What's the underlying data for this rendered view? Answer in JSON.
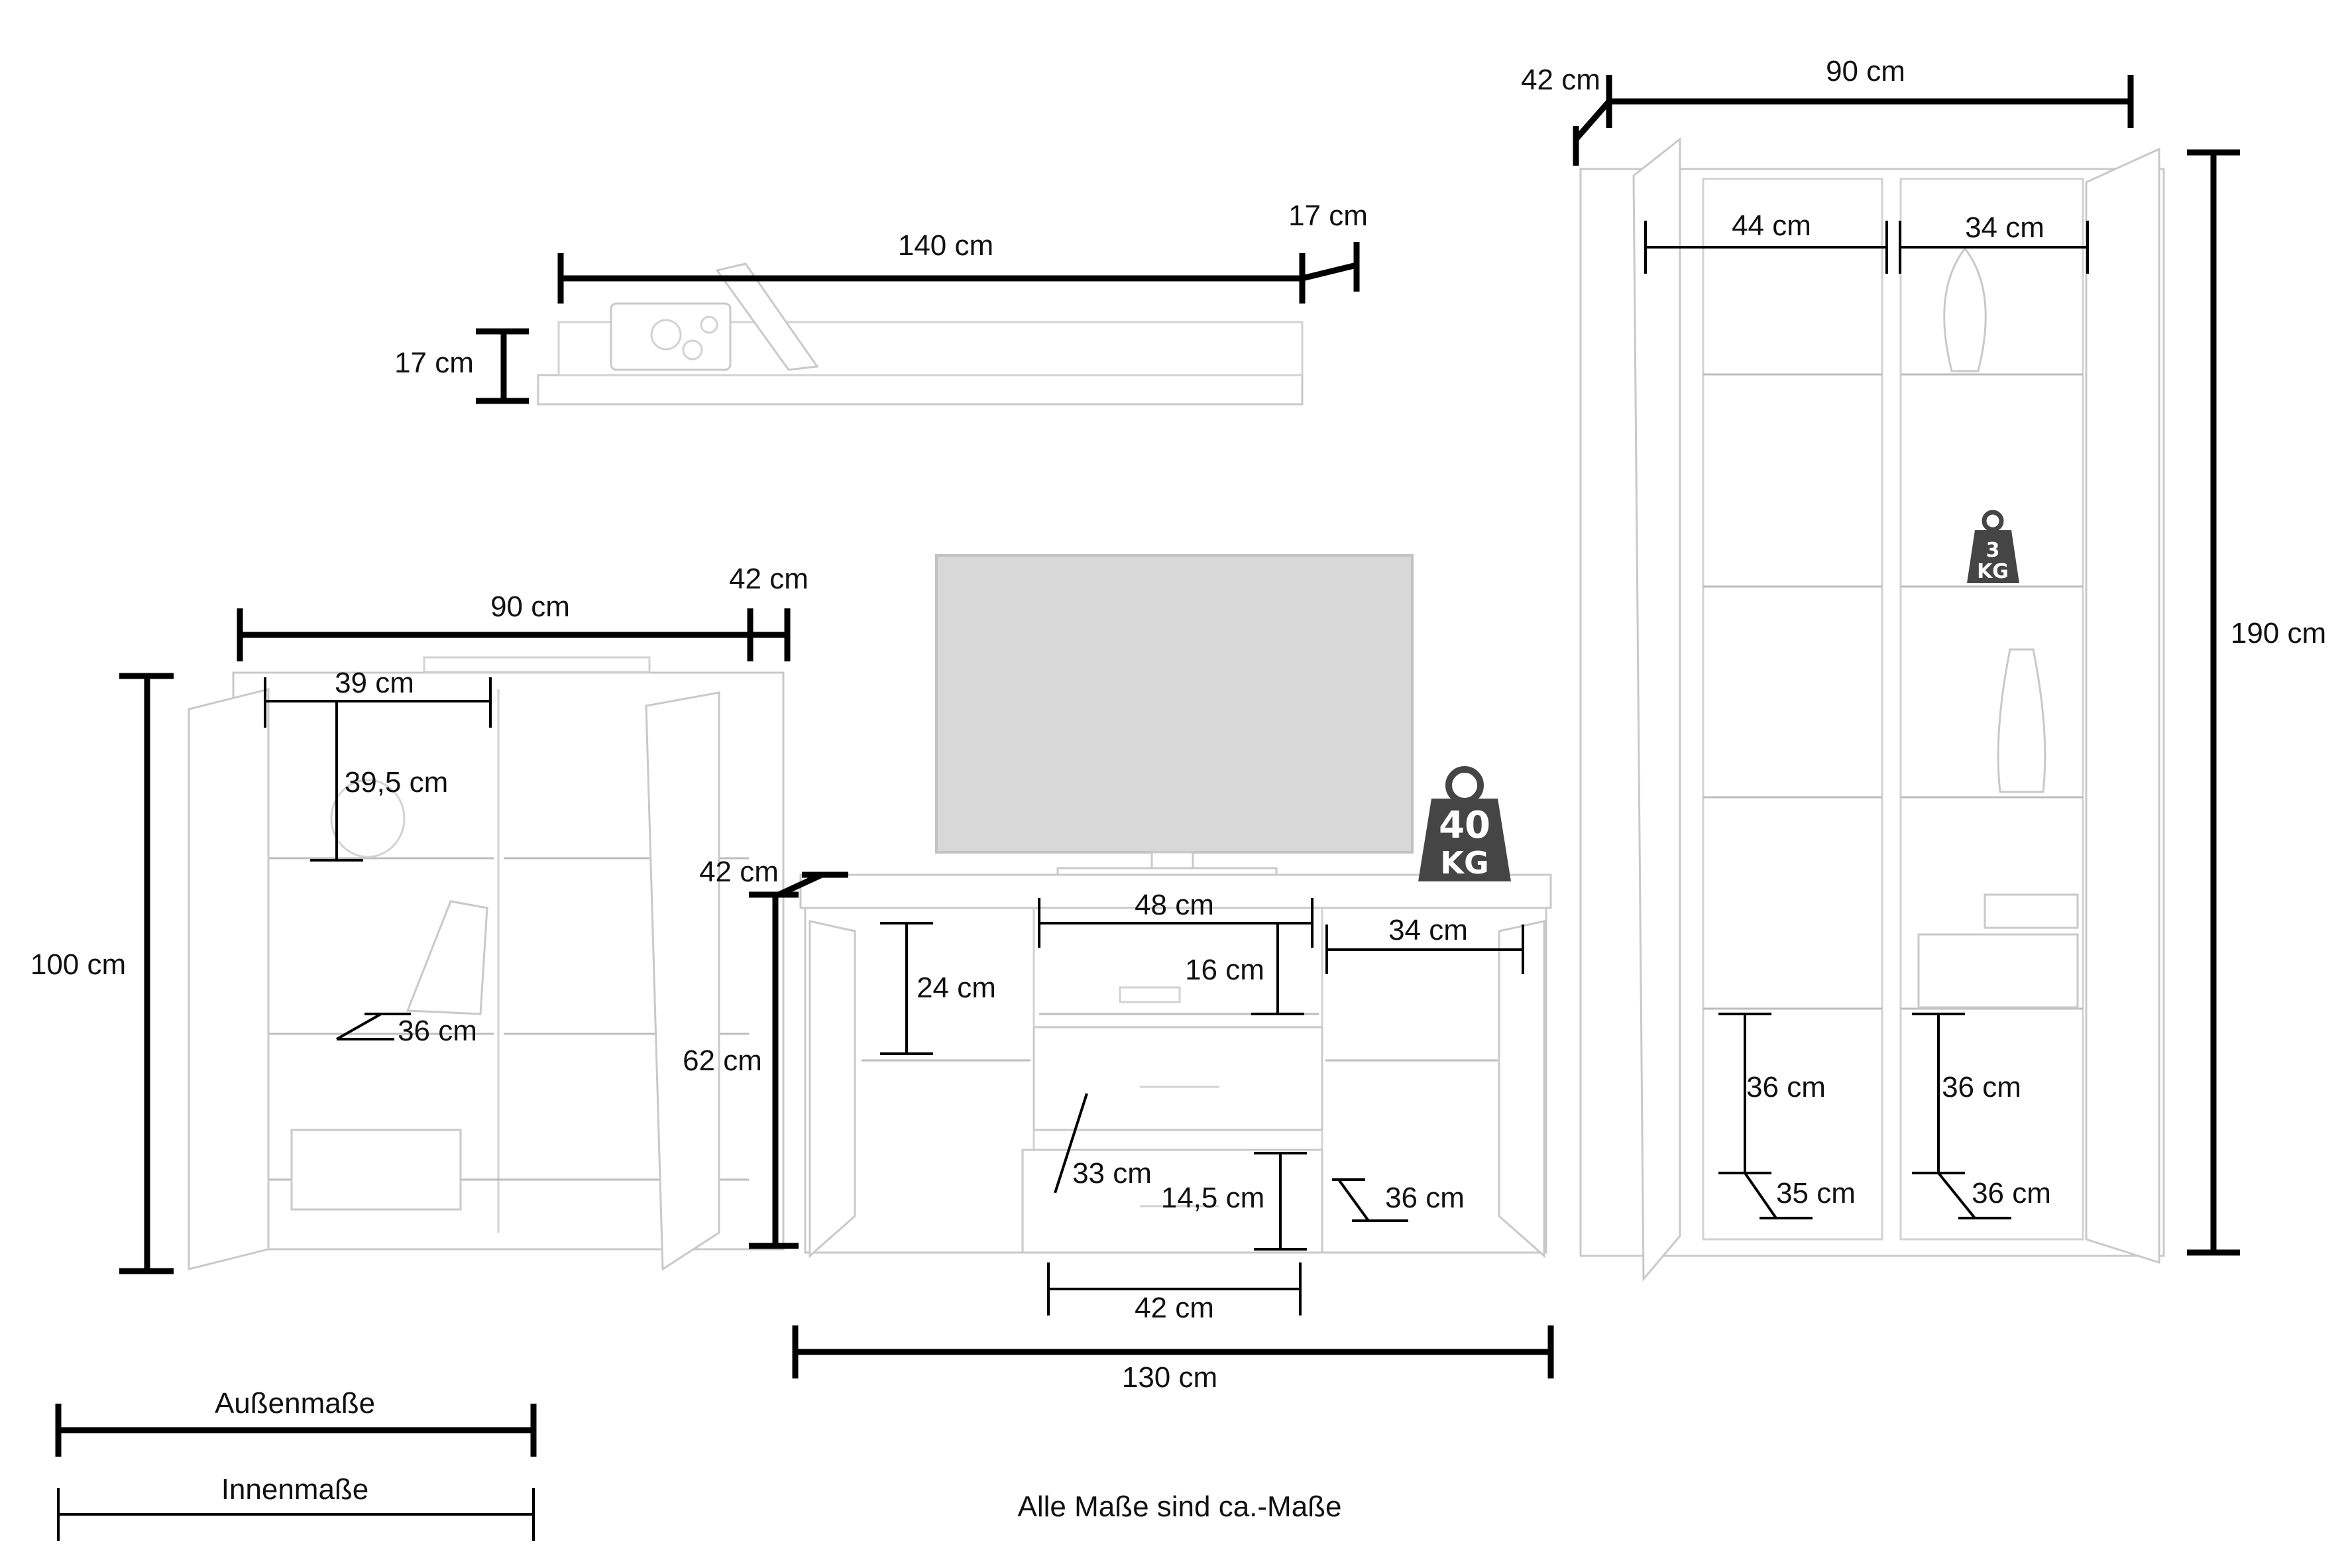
{
  "wall_shelf": {
    "width": "140 cm",
    "depth": "17 cm",
    "height": "17 cm"
  },
  "highboard": {
    "width": "90 cm",
    "depth": "42 cm",
    "height": "100 cm",
    "inner_width": "39 cm",
    "inner_height_top": "39,5 cm",
    "inner_depth": "36 cm"
  },
  "tv_board": {
    "width": "130 cm",
    "depth": "42 cm",
    "height": "62 cm",
    "open_compartment_width": "48 cm",
    "open_compartment_height": "16 cm",
    "side_compartment_width": "34 cm",
    "side_compartment_height": "24 cm",
    "drawer_depth": "33 cm",
    "drawer_height": "14,5 cm",
    "drawer_width": "42 cm",
    "side_inner_depth": "36 cm",
    "load": {
      "value": "40",
      "unit": "KG"
    }
  },
  "vitrine": {
    "width": "90 cm",
    "depth": "42 cm",
    "height": "190 cm",
    "left_inner_width": "44 cm",
    "right_inner_width": "34 cm",
    "left_compartment_height": "36 cm",
    "right_compartment_height": "36 cm",
    "left_inner_depth": "35 cm",
    "right_inner_depth": "36 cm",
    "load": {
      "value": "3",
      "unit": "KG"
    }
  },
  "legend": {
    "outer_label": "Außenmaße",
    "inner_label": "Innenmaße"
  },
  "footnote": "Alle Maße sind ca.-Maße"
}
